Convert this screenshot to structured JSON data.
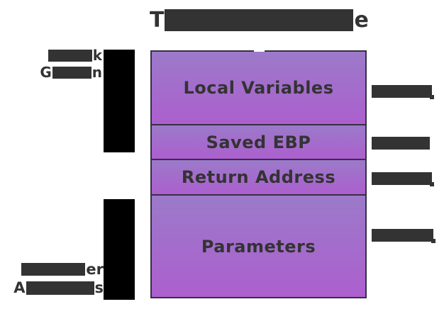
{
  "title": {
    "visible_prefix": "T",
    "visible_suffix": "e",
    "redacted": true
  },
  "left_labels": {
    "stack_growth": {
      "line1_visible_suffix": "k",
      "line2_visible_prefix": "G",
      "line2_visible_suffix": "n",
      "redacted": true
    },
    "higher_addresses": {
      "line1_visible_suffix": "er",
      "line2_visible_prefix": "A",
      "line2_visible_suffix": "s",
      "redacted": true
    }
  },
  "stack_frame": {
    "segments": [
      {
        "label": "Local Variables"
      },
      {
        "label": "Saved EBP"
      },
      {
        "label": "Return Address"
      },
      {
        "label": "Parameters"
      }
    ]
  },
  "right_annotations": [
    {
      "text": "",
      "redacted": true
    },
    {
      "text": "",
      "redacted": true
    },
    {
      "text": "",
      "redacted": true
    },
    {
      "text": "",
      "redacted": true
    }
  ],
  "colors": {
    "background": "#ffffff",
    "text": "#333333",
    "segment_gradient_top": "#9b7ac9",
    "segment_gradient_bottom": "#ac5fce",
    "frame_border": "#362f44",
    "redaction_black": "#000000",
    "redaction_dark": "#333333"
  }
}
